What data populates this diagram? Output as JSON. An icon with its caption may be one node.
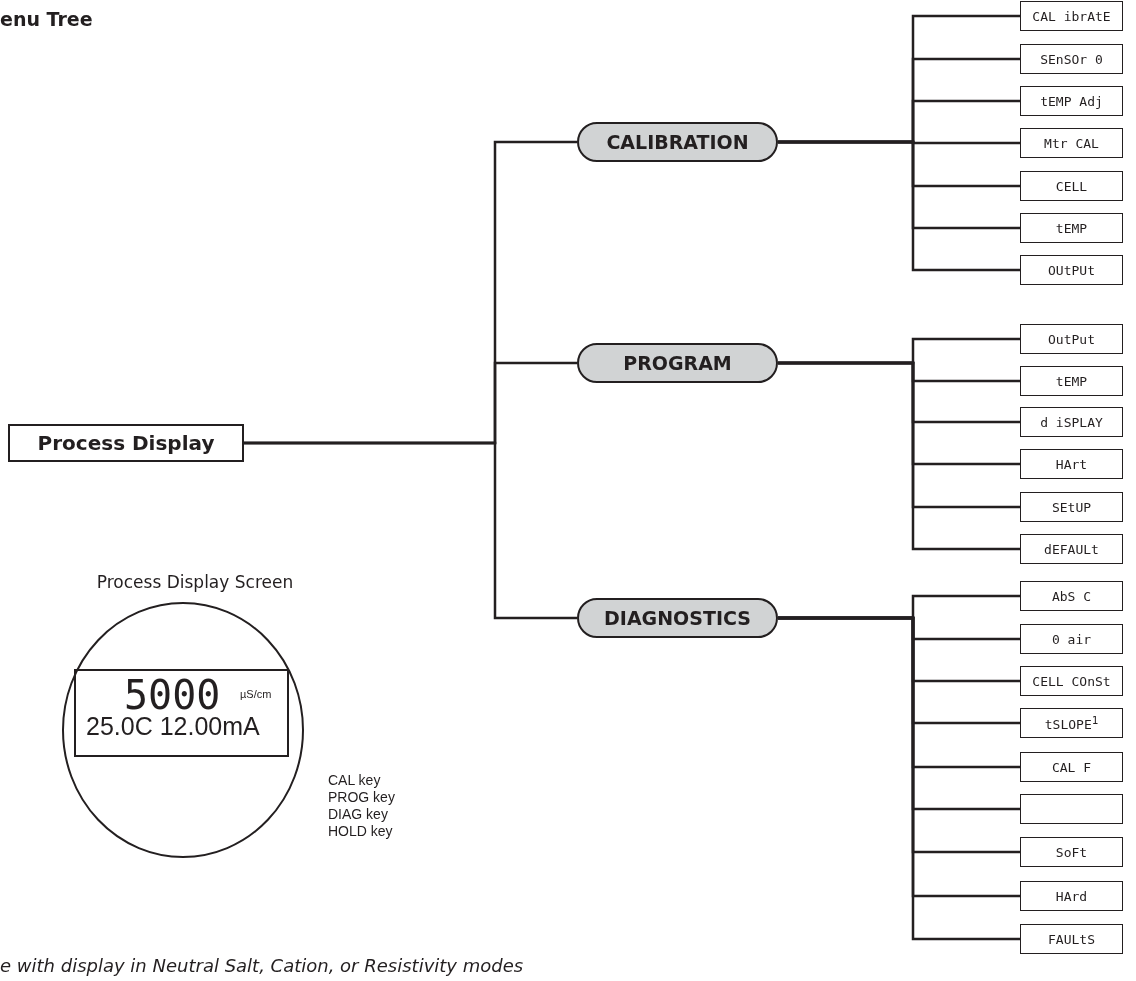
{
  "diagram": {
    "title": "enu Tree",
    "nodes": [
      {
        "text": [
          "Process Display"
        ]
      },
      {
        "text": [
          "CALIBRATION"
        ]
      },
      {
        "text": [
          "PROGRAM"
        ]
      },
      {
        "text": [
          "DIAGNOSTICS"
        ]
      },
      {
        "text": [
          "CAL ibrAtE"
        ]
      },
      {
        "text": [
          "SEnSOr 0"
        ]
      },
      {
        "text": [
          "tEMP Adj"
        ]
      },
      {
        "text": [
          "Mtr CAL"
        ]
      },
      {
        "text": [
          "CELL"
        ]
      },
      {
        "text": [
          "tEMP"
        ]
      },
      {
        "text": [
          "OUtPUt"
        ]
      },
      {
        "text": [
          "OutPut"
        ]
      },
      {
        "text": [
          "tEMP"
        ]
      },
      {
        "text": [
          "d iSPLAY"
        ]
      },
      {
        "text": [
          "HArt"
        ]
      },
      {
        "text": [
          "SEtUP"
        ]
      },
      {
        "text": [
          "dEFAULt"
        ]
      },
      {
        "text": [
          "AbS C"
        ]
      },
      {
        "text": [
          "0 air"
        ]
      },
      {
        "text": [
          "CELL COnSt"
        ]
      },
      {
        "text": [
          "tSLOPE$^{1}$"
        ]
      },
      {
        "text": [
          "CAL F"
        ]
      },
      {
        "text": [],
        "shape": "box"
      },
      {
        "text": [
          "SoFt"
        ]
      },
      {
        "text": [
          "HArd"
        ]
      },
      {
        "text": [
          "FAULtS"
        ]
      }
    ],
    "edges": [
      {
        "from": 0,
        "to": 1,
        "arrow": "none"
      },
      {
        "from": 0,
        "to": 2,
        "arrow": "none"
      },
      {
        "from": 0,
        "to": 3,
        "arrow": "none"
      },
      {
        "from": 1,
        "to": 4,
        "arrow": "none"
      },
      {
        "from": 1,
        "to": 5,
        "arrow": "none"
      },
      {
        "from": 1,
        "to": 6,
        "arrow": "none"
      },
      {
        "from": 1,
        "to": 7,
        "arrow": "none"
      },
      {
        "from": 1,
        "to": 8,
        "arrow": "none"
      },
      {
        "from": 1,
        "to": 9,
        "arrow": "none"
      },
      {
        "from": 1,
        "to": 10,
        "arrow": "none"
      },
      {
        "from": 2,
        "to": 11,
        "arrow": "none"
      },
      {
        "from": 2,
        "to": 12,
        "arrow": "none"
      },
      {
        "from": 2,
        "to": 13,
        "arrow": "none"
      },
      {
        "from": 2,
        "to": 14,
        "arrow": "none"
      },
      {
        "from": 2,
        "to": 15,
        "arrow": "none"
      },
      {
        "from": 2,
        "to": 16,
        "arrow": "none"
      },
      {
        "from": 3,
        "to": 17,
        "arrow": "none"
      },
      {
        "from": 3,
        "to": 18,
        "arrow": "none"
      },
      {
        "from": 3,
        "to": 19,
        "arrow": "none"
      },
      {
        "from": 3,
        "to": 20,
        "arrow": "none"
      },
      {
        "from": 3,
        "to": 21,
        "arrow": "none"
      },
      {
        "from": 3,
        "to": 22,
        "arrow": "none"
      },
      {
        "from": 3,
        "to": 23,
        "arrow": "none"
      },
      {
        "from": 3,
        "to": 24,
        "arrow": "none"
      },
      {
        "from": 3,
        "to": 25,
        "arrow": "none"
      }
    ],
    "labels": [
      "Process Display Screen",
      "5000",
      "µS/cm",
      "25.0C 12.00mA",
      "CAL key",
      "PROG key",
      "DIAG key",
      "HOLD key",
      "e with display in Neutral Salt, Cation, or Resistivity modes"
    ]
  }
}
